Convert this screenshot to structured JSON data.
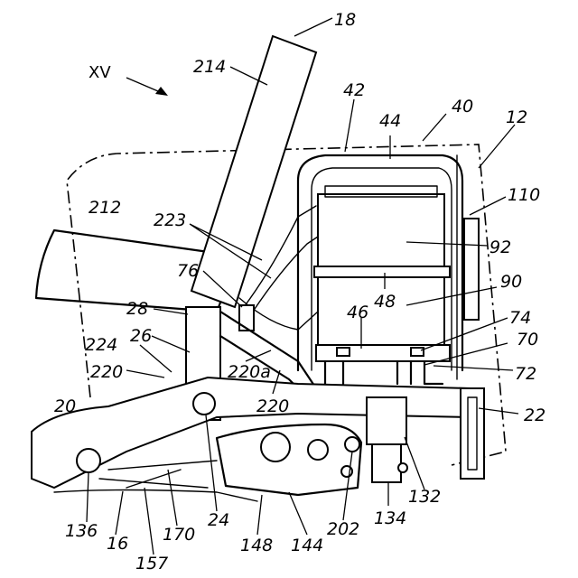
{
  "view_marker": "XV",
  "colors": {
    "line": "#000000",
    "background": "#ffffff"
  },
  "labels": {
    "n18": "18",
    "n214": "214",
    "n42": "42",
    "n44": "44",
    "n40": "40",
    "n12": "12",
    "n110": "110",
    "n212": "212",
    "n223": "223",
    "n92": "92",
    "n76": "76",
    "n90": "90",
    "n48": "48",
    "n28": "28",
    "n46": "46",
    "n74": "74",
    "n26": "26",
    "n224": "224",
    "n70": "70",
    "n220": "220",
    "n220a": "220a",
    "n220b": "220",
    "n72": "72",
    "n20": "20",
    "n22": "22",
    "n132": "132",
    "n136": "136",
    "n24": "24",
    "n202": "202",
    "n134": "134",
    "n16": "16",
    "n170": "170",
    "n148": "148",
    "n144": "144",
    "n157": "157"
  }
}
